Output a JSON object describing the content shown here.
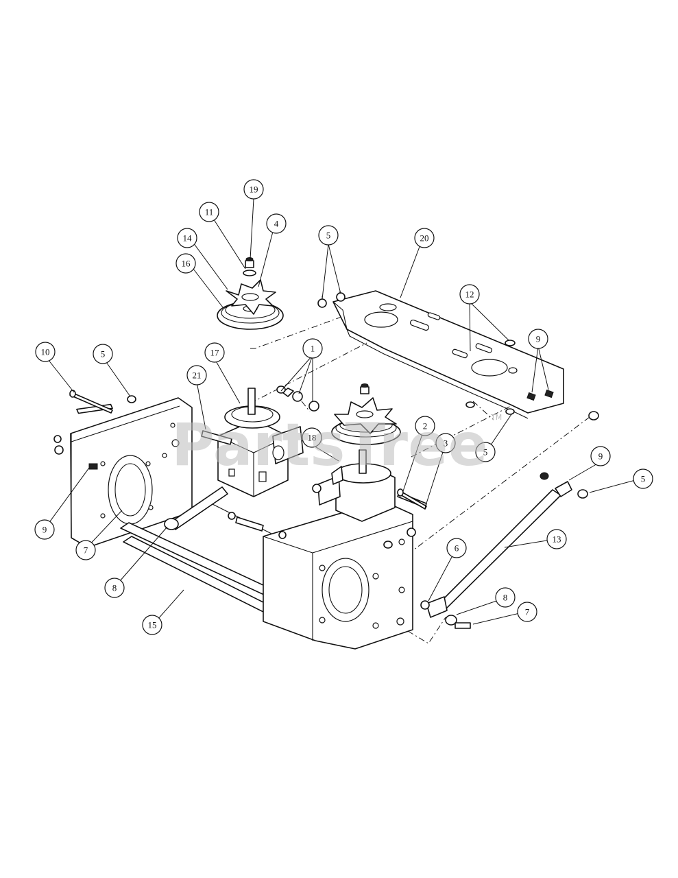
{
  "watermark": {
    "text": "PartsTree",
    "tm": "TM"
  },
  "callouts": [
    {
      "id": "c19",
      "label": "19"
    },
    {
      "id": "c11",
      "label": "11"
    },
    {
      "id": "c4",
      "label": "4"
    },
    {
      "id": "c14",
      "label": "14"
    },
    {
      "id": "c16",
      "label": "16"
    },
    {
      "id": "c5a",
      "label": "5"
    },
    {
      "id": "c20",
      "label": "20"
    },
    {
      "id": "c12",
      "label": "12"
    },
    {
      "id": "c9a",
      "label": "9"
    },
    {
      "id": "c10",
      "label": "10"
    },
    {
      "id": "c5b",
      "label": "5"
    },
    {
      "id": "c17",
      "label": "17"
    },
    {
      "id": "c1",
      "label": "1"
    },
    {
      "id": "c21",
      "label": "21"
    },
    {
      "id": "c18",
      "label": "18"
    },
    {
      "id": "c2",
      "label": "2"
    },
    {
      "id": "c3",
      "label": "3"
    },
    {
      "id": "c5c",
      "label": "5"
    },
    {
      "id": "c9b",
      "label": "9"
    },
    {
      "id": "c5d",
      "label": "5"
    },
    {
      "id": "c9c",
      "label": "9"
    },
    {
      "id": "c7a",
      "label": "7"
    },
    {
      "id": "c8a",
      "label": "8"
    },
    {
      "id": "c13",
      "label": "13"
    },
    {
      "id": "c6",
      "label": "6"
    },
    {
      "id": "c8b",
      "label": "8"
    },
    {
      "id": "c7b",
      "label": "7"
    },
    {
      "id": "c15",
      "label": "15"
    }
  ]
}
